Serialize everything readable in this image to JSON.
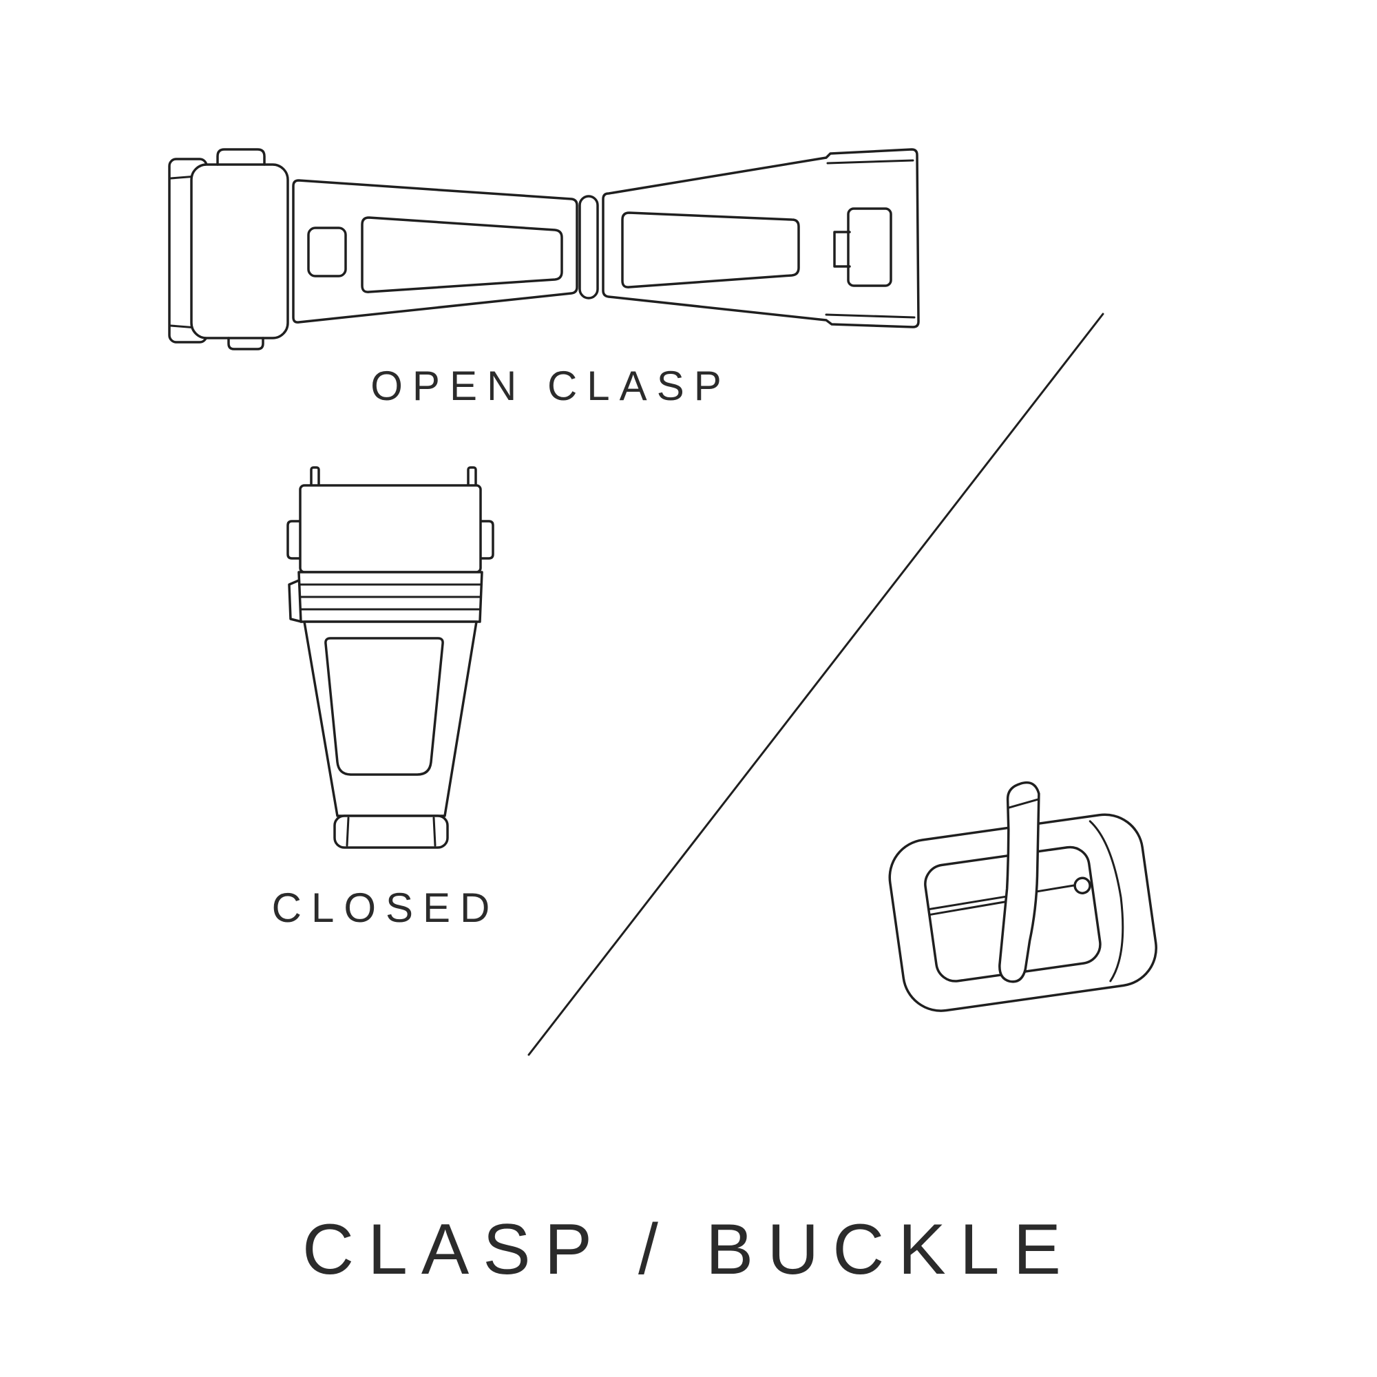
{
  "colors": {
    "background": "#ffffff",
    "line": "#1f1f1f",
    "text": "#2b2b2b"
  },
  "title": "CLASP / BUCKLE",
  "figures": {
    "open_clasp": {
      "name": "open-clasp-illustration",
      "label": "OPEN CLASP"
    },
    "closed_clasp": {
      "name": "closed-clasp-illustration",
      "label": "CLOSED"
    },
    "buckle": {
      "name": "tang-buckle-illustration",
      "label": ""
    }
  }
}
